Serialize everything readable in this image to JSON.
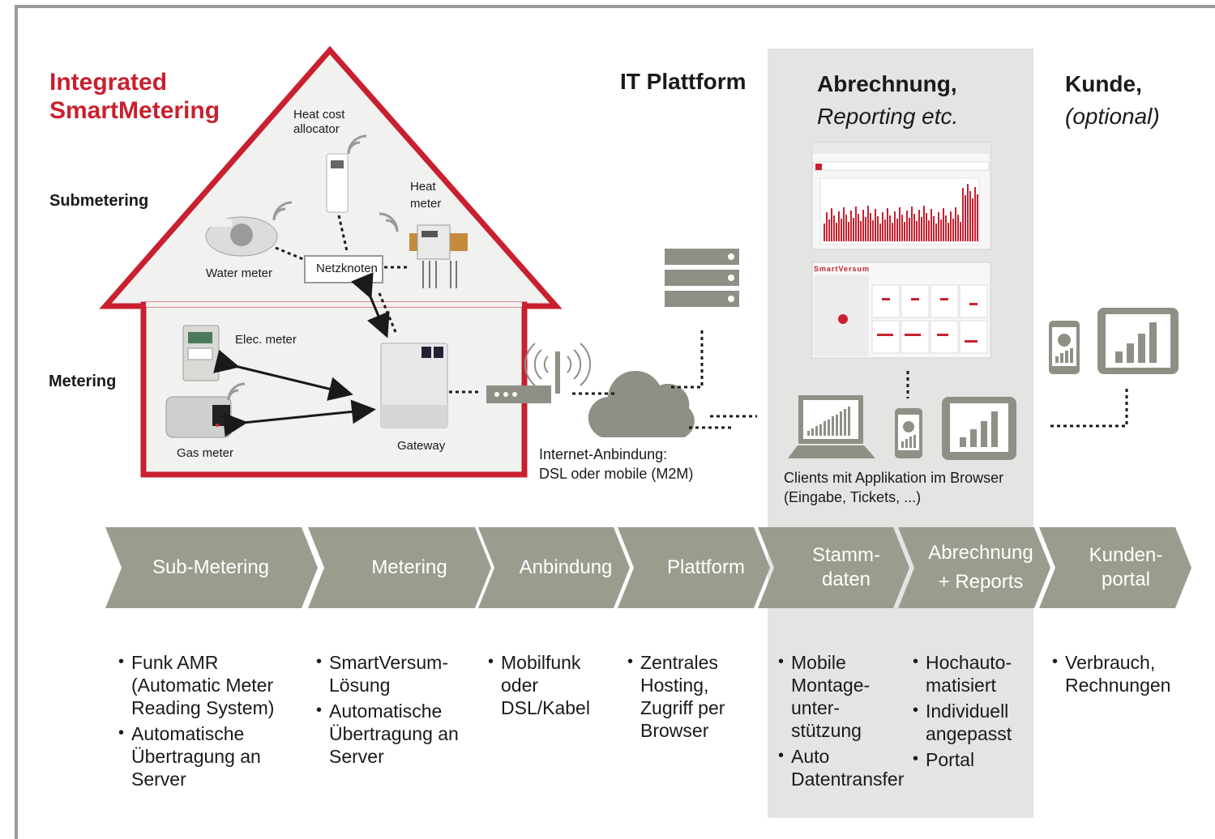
{
  "house": {
    "title_line1": "Integrated",
    "title_line2": "SmartMetering",
    "submetering_label": "Submetering",
    "metering_label": "Metering",
    "heat_cost_allocator": "Heat cost allocator",
    "heat_meter_line1": "Heat",
    "heat_meter_line2": "meter",
    "water_meter": "Water meter",
    "netzknoten": "Netzknoten",
    "elec_meter": "Elec. meter",
    "gas_meter": "Gas meter",
    "gateway": "Gateway"
  },
  "internet": {
    "line1": "Internet-Anbindung:",
    "line2": "DSL oder mobile (M2M)"
  },
  "columns": {
    "it_platform": "IT Plattform",
    "billing_line1": "Abrechnung,",
    "billing_line2": "Reporting etc.",
    "customer_line1": "Kunde,",
    "customer_line2": "(optional)"
  },
  "screens": {
    "brand": "SmartVersum"
  },
  "clients": {
    "line1": "Clients mit Applikation im Browser",
    "line2": "(Eingabe, Tickets, ...)"
  },
  "chevrons": [
    {
      "line1": "Sub-Metering",
      "line2": ""
    },
    {
      "line1": "Metering",
      "line2": ""
    },
    {
      "line1": "Anbindung",
      "line2": ""
    },
    {
      "line1": "Plattform",
      "line2": ""
    },
    {
      "line1": "Stamm-",
      "line2": "daten"
    },
    {
      "line1": "Abrechnung",
      "line2": "+ Reports"
    },
    {
      "line1": "Kunden-",
      "line2": "portal"
    }
  ],
  "bullets": {
    "submetering": [
      "Funk AMR (Automatic Meter Reading System)",
      "Automatische Übertragung an Server"
    ],
    "metering": [
      "SmartVersum-Lösung",
      "Automatische Übertragung an Server"
    ],
    "anbindung": [
      "Mobilfunk oder DSL/Kabel"
    ],
    "plattform": [
      "Zentrales Hosting, Zugriff per Browser"
    ],
    "stammdaten": [
      "Mobile Montage-unter-stützung",
      "Auto Datentransfer"
    ],
    "abrechnung": [
      "Hochauto-matisiert",
      "Individuell angepasst",
      "Portal"
    ],
    "kunde": [
      "Verbrauch, Rechnungen"
    ]
  },
  "colors": {
    "brand_red": "#c8202f",
    "chevron_gray": "#9c9c8e",
    "icon_gray": "#8f8f86",
    "column_shade": "#e4e4e2"
  }
}
